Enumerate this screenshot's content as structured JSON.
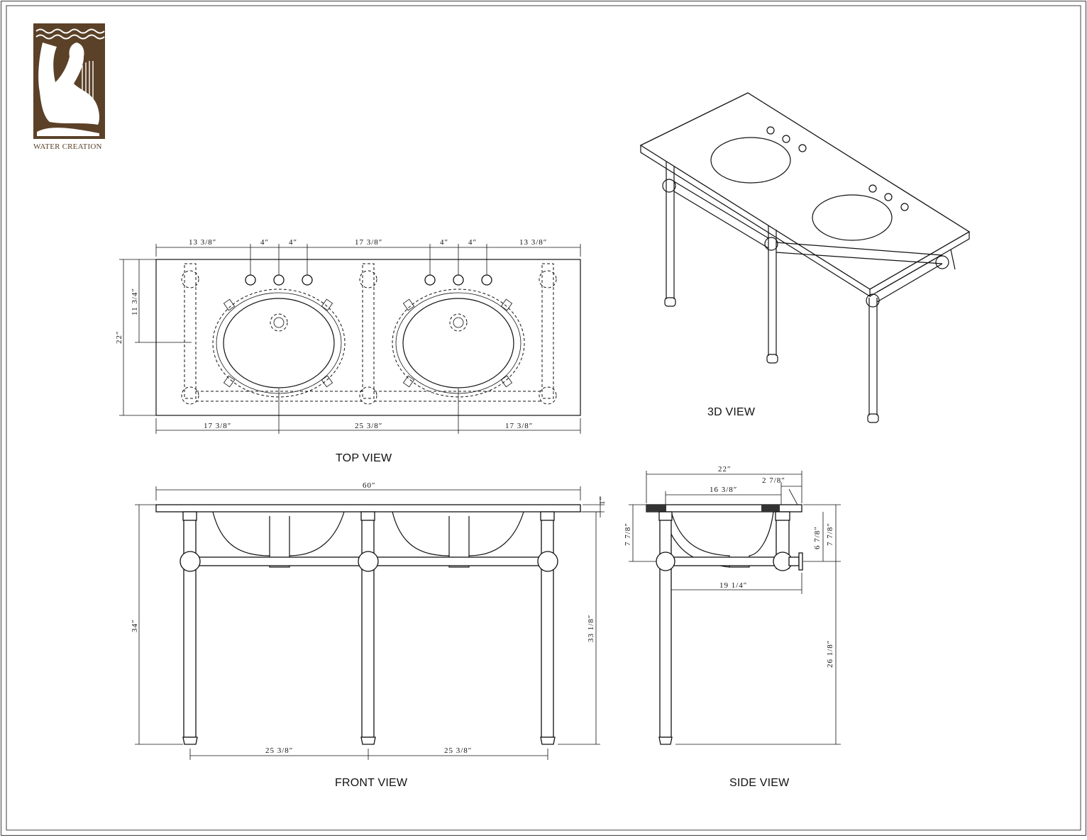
{
  "brand": {
    "name": "WATER CREATION",
    "logo_icon": "kneeling-figure-with-harp-logo",
    "logo_color": "#5b4128"
  },
  "views": {
    "top": "TOP VIEW",
    "three_d": "3D VIEW",
    "front": "FRONT VIEW",
    "side": "SIDE VIEW"
  },
  "top_dims": {
    "seg_left": "13 3/8″",
    "hole_a": "4″",
    "hole_b": "4″",
    "seg_mid": "17 3/8″",
    "hole_c": "4″",
    "hole_d": "4″",
    "seg_right": "13 3/8″",
    "depth": "22″",
    "bowl_center": "11 3/4″",
    "bottom_left": "17 3/8″",
    "bottom_mid": "25 3/8″",
    "bottom_right": "17 3/8″"
  },
  "front_dims": {
    "width": "60″",
    "top_thickness": "1″",
    "height": "34″",
    "under_top": "33 1/8″",
    "leg_span_left": "25 3/8″",
    "leg_span_right": "25 3/8″"
  },
  "side_dims": {
    "depth": "22″",
    "leg_offset": "2 7/8″",
    "inner": "16 3/8″",
    "bowl_depth": "7 7/8″",
    "bowl_inner": "6 7/8″",
    "bowl_right": "7 7/8″",
    "bar_span": "19 1/4″",
    "bar_height": "26 1/8″"
  }
}
